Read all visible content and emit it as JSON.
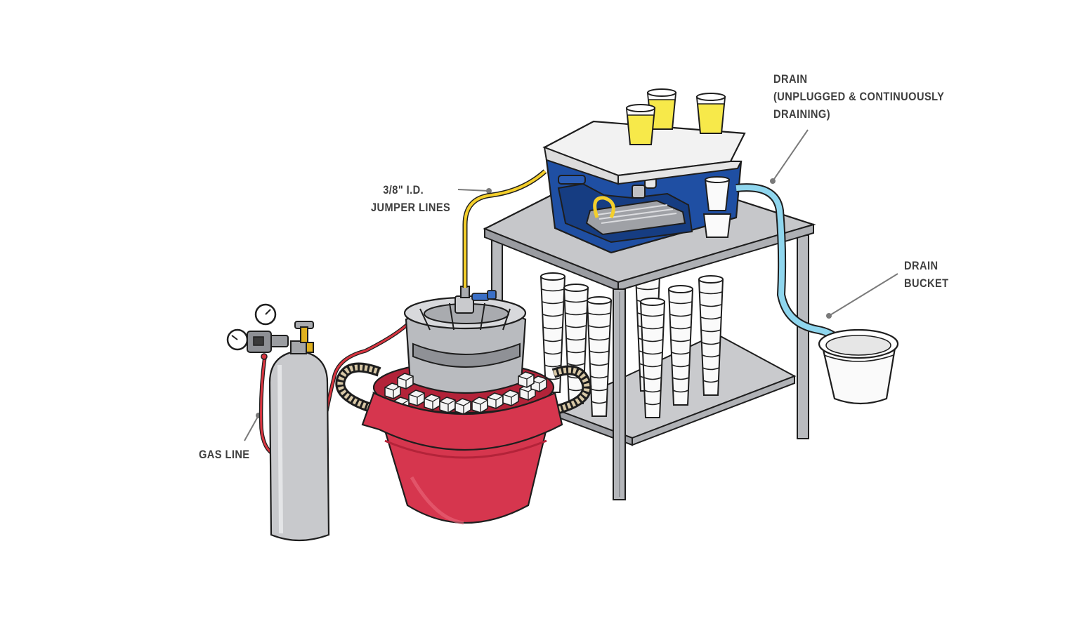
{
  "labels": {
    "drain": [
      "DRAIN",
      "(UNPLUGGED & CONTINUOUSLY",
      "DRAINING)"
    ],
    "jumper": [
      "3/8\" I.D.",
      "JUMPER LINES"
    ],
    "drain_bucket": [
      "DRAIN",
      "BUCKET"
    ],
    "gas_line": [
      "GAS LINE"
    ]
  },
  "colors": {
    "outline": "#1e1e1e",
    "steel": "#c8c9cc",
    "steel_dark": "#8f9196",
    "cooler_blue": "#1f4fa3",
    "cooler_lid": "#f2f2f2",
    "tub_red": "#d6364e",
    "tub_red_dark": "#b32339",
    "beer_yellow": "#f7e94a",
    "jumper_yellow": "#f4cf2b",
    "gas_red": "#d9343f",
    "drain_blue": "#8fd6ee",
    "leader": "#7a7a7a"
  }
}
